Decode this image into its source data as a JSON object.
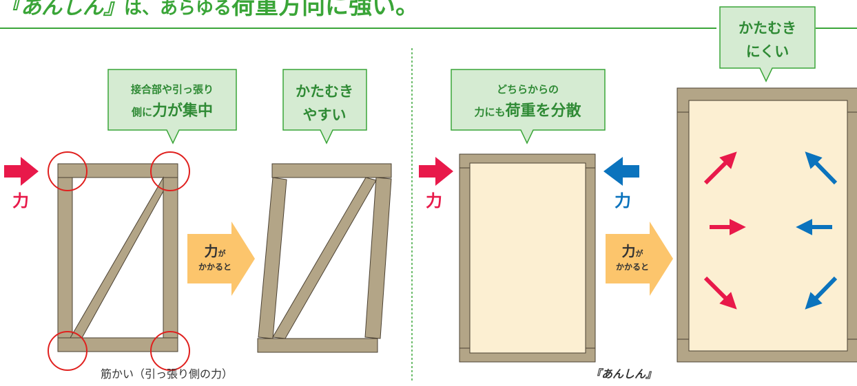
{
  "title": {
    "brand": "『あんしん』",
    "middle": "は、あらゆる",
    "emphasis": "荷重方向に強い。"
  },
  "left_panel": {
    "force_label": "力",
    "callout_stress": {
      "line1": "接合部や引っ張り",
      "line2_pre": "側に",
      "line2_bold": "力が集中"
    },
    "callout_tilt": {
      "line1": "かたむき",
      "line2": "やすい"
    },
    "arrow_text_big": "力",
    "arrow_text_small": "が",
    "arrow_text_line2": "かかると",
    "caption": "筋かい（引っ張り側の力）"
  },
  "right_panel": {
    "force_label_left": "力",
    "force_label_right": "力",
    "callout_disperse": {
      "line1": "どちらからの",
      "line2_pre": "力にも",
      "line2_bold": "荷重を分散"
    },
    "callout_resist": {
      "line1": "かたむき",
      "line2": "にくい"
    },
    "arrow_text_big": "力",
    "arrow_text_small": "が",
    "arrow_text_line2": "かかると",
    "caption": "『あんしん』"
  },
  "colors": {
    "green": "#3aa538",
    "callout_fill": "#d5ebd2",
    "callout_text": "#2f8a35",
    "timber": "#b3a587",
    "timber_stroke": "#4a4032",
    "panel_fill": "#fcefd2",
    "red": "#e8194a",
    "blue": "#0b73bd",
    "orange_arrow": "#fcc56c",
    "circle": "#e0201e",
    "text": "#333333"
  }
}
